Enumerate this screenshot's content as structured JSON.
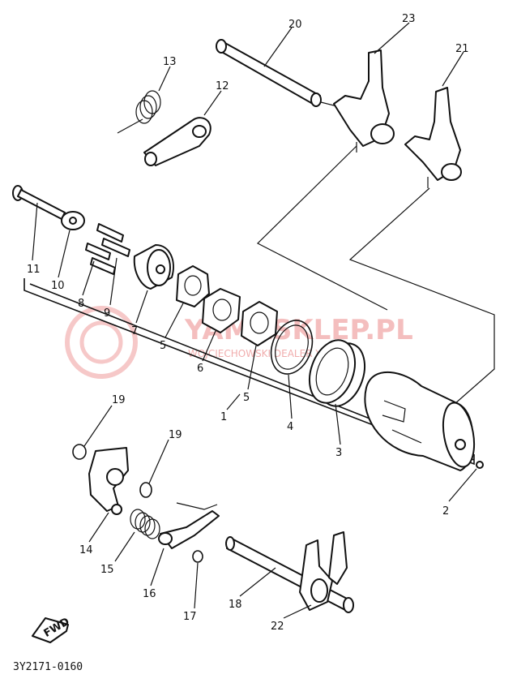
{
  "labels": {
    "p1": "1",
    "p2": "2",
    "p3": "3",
    "p4": "4",
    "p5a": "5",
    "p5b": "5",
    "p6": "6",
    "p7": "7",
    "p8": "8",
    "p9": "9",
    "p10": "10",
    "p11": "11",
    "p12": "12",
    "p13": "13",
    "p14": "14",
    "p15": "15",
    "p16": "16",
    "p17": "17",
    "p18": "18",
    "p19a": "19",
    "p19b": "19",
    "p20": "20",
    "p21": "21",
    "p22": "22",
    "p23": "23"
  },
  "direction_tag": "FWD",
  "diagram_code": "3Y2171-0160",
  "watermark": {
    "title": "YAMASKLEP.PL",
    "subtitle": "WOJCIECHOWSKI DEALER YAMAHA",
    "color": "#e04848"
  }
}
